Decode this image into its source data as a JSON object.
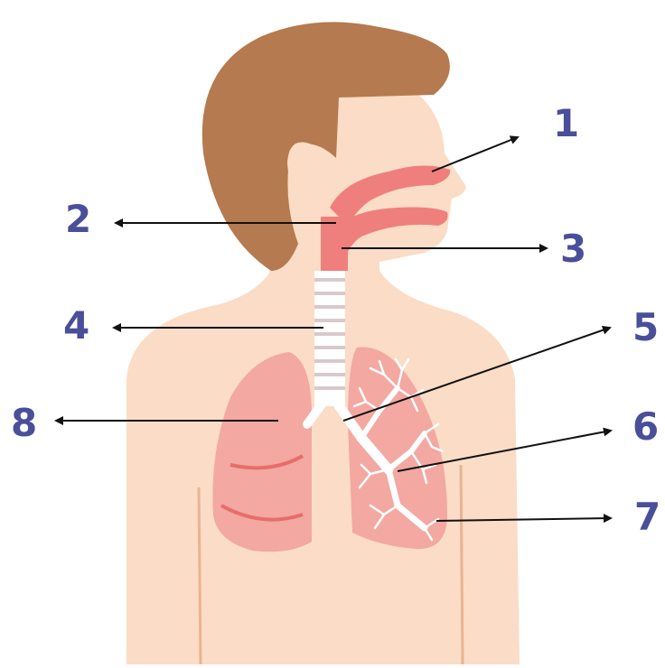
{
  "labels": {
    "n1": "1",
    "n2": "2",
    "n3": "3",
    "n4": "4",
    "n5": "5",
    "n6": "6",
    "n7": "7",
    "n8": "8"
  },
  "colors": {
    "skin": "#fbdcc6",
    "hair": "#b57a4f",
    "airway": "#ef7f7d",
    "lung": "#f3a8a2",
    "trachea": "#ffffff",
    "label": "#4a4f9a",
    "arrow": "#111111"
  }
}
